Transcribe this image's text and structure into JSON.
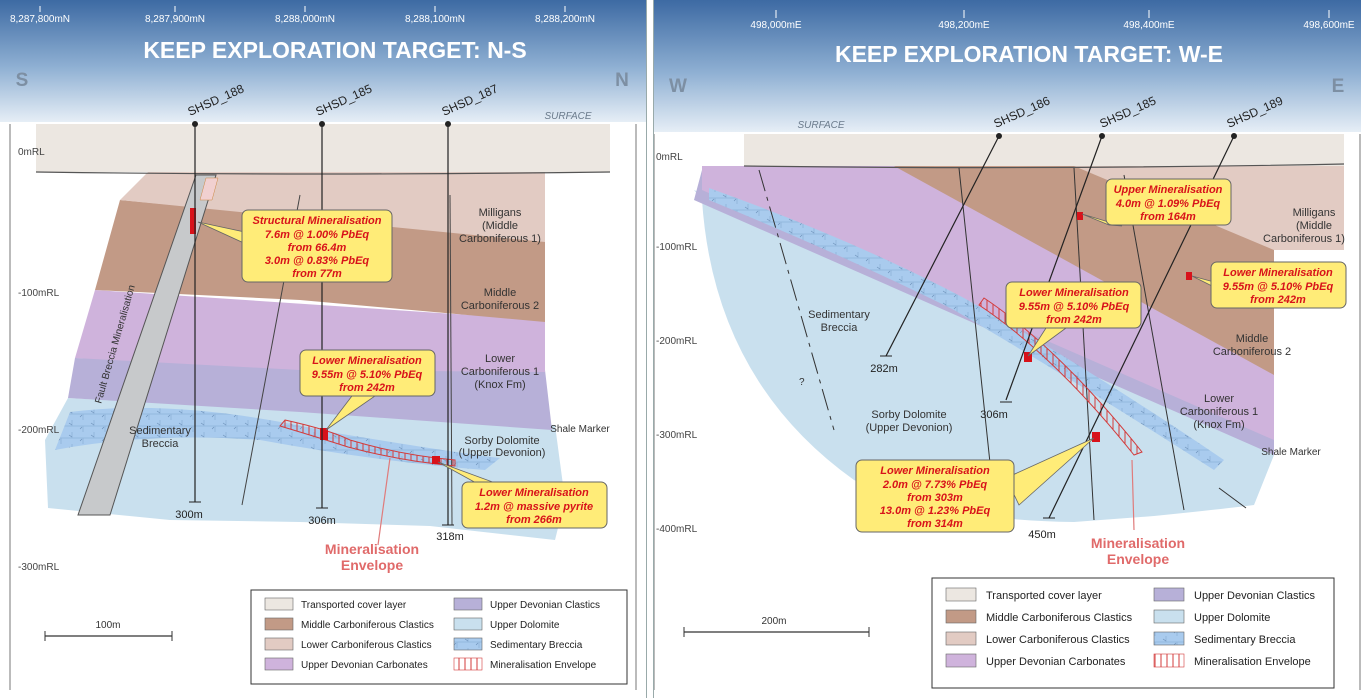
{
  "left": {
    "title": "KEEP EXPLORATION TARGET: N-S",
    "dir_left": "S",
    "dir_right": "N",
    "eastings": [
      "8,287,800mN",
      "8,287,900mN",
      "8,288,000mN",
      "8,288,100mN",
      "8,288,200mN"
    ],
    "surface_label": "SURFACE",
    "rl_labels": [
      "0mRL",
      "-100mRL",
      "-200mRL",
      "-300mRL"
    ],
    "holes": [
      {
        "name": "SHSD_188",
        "depth": "300m"
      },
      {
        "name": "SHSD_185",
        "depth": "306m"
      },
      {
        "name": "SHSD_187",
        "depth": "318m"
      }
    ],
    "units": {
      "milligans": [
        "Milligans",
        "(Middle",
        "Carboniferous 1)"
      ],
      "mid2": [
        "Middle",
        "Carboniferous 2"
      ],
      "lower1": [
        "Lower",
        "Carboniferous 1",
        "(Knox Fm)"
      ],
      "shale": "Shale Marker",
      "sorby": [
        "Sorby Dolomite",
        "(Upper Devonion)"
      ],
      "breccia": [
        "Sedimentary",
        "Breccia"
      ],
      "fault": "Fault Breccia Mineralisation"
    },
    "callouts": {
      "structural": {
        "title": "Structural Mineralisation",
        "lines": [
          "7.6m @ 1.00% PbEq",
          "from 66.4m",
          "3.0m @ 0.83% PbEq",
          "from 77m"
        ]
      },
      "lower": {
        "title": "Lower Mineralisation",
        "lines": [
          "9.55m @ 5.10% PbEq",
          "from 242m"
        ]
      },
      "lower2": {
        "title": "Lower Mineralisation",
        "lines": [
          "1.2m @ massive pyrite",
          "from 266m"
        ]
      }
    },
    "envelope_label": [
      "Mineralisation",
      "Envelope"
    ],
    "scale_label": "100m"
  },
  "right": {
    "title": "KEEP EXPLORATION TARGET: W-E",
    "dir_left": "W",
    "dir_right": "E",
    "eastings": [
      "498,000mE",
      "498,200mE",
      "498,400mE",
      "498,600mE"
    ],
    "surface_label": "SURFACE",
    "rl_labels": [
      "0mRL",
      "-100mRL",
      "-200mRL",
      "-300mRL",
      "-400mRL"
    ],
    "holes": [
      {
        "name": "SHSD_186",
        "depth": "282m"
      },
      {
        "name": "SHSD_185",
        "depth": "306m"
      },
      {
        "name": "SHSD_189",
        "depth": "450m"
      }
    ],
    "units": {
      "milligans": [
        "Milligans",
        "(Middle",
        "Carboniferous 1)"
      ],
      "mid2": [
        "Middle",
        "Carboniferous 2"
      ],
      "lower1": [
        "Lower",
        "Carboniferous 1",
        "(Knox Fm)"
      ],
      "shale": "Shale Marker",
      "sorby": [
        "Sorby Dolomite",
        "(Upper Devonion)"
      ],
      "breccia": [
        "Sedimentary",
        "Breccia"
      ],
      "q": "?"
    },
    "callouts": {
      "upper": {
        "title": "Upper Mineralisation",
        "lines": [
          "4.0m @ 1.09% PbEq",
          "from 164m"
        ]
      },
      "lower_mid": {
        "title": "Lower Mineralisation",
        "lines": [
          "9.55m @ 5.10% PbEq",
          "from 242m"
        ]
      },
      "lower_right": {
        "title": "Lower Mineralisation",
        "lines": [
          "9.55m @ 5.10% PbEq",
          "from 242m"
        ]
      },
      "lower_big": {
        "title": "Lower Mineralisation",
        "lines": [
          "2.0m @ 7.73% PbEq",
          "from 303m",
          "13.0m @ 1.23% PbEq",
          "from 314m"
        ]
      }
    },
    "envelope_label": [
      "Mineralisation",
      "Envelope"
    ],
    "scale_label": "200m"
  },
  "legend": [
    {
      "label": "Transported cover layer",
      "color": "#ece7e1"
    },
    {
      "label": "Middle Carboniferous Clastics",
      "color": "#c29a86"
    },
    {
      "label": "Lower Carboniferous Clastics",
      "color": "#e2cbc3"
    },
    {
      "label": "Upper Devonian Carbonates",
      "color": "#cfb3dc"
    },
    {
      "label": "Upper Devonian Clastics",
      "color": "#b7b0d8"
    },
    {
      "label": "Upper Dolomite",
      "color": "#c9e0ee"
    },
    {
      "label": "Sedimentary Breccia",
      "color": "#a9cbee"
    },
    {
      "label": "Mineralisation Envelope",
      "color": "#d33b3b"
    }
  ],
  "colors": {
    "header_top": "#3d6aa3",
    "header_bottom": "#dbe6f1",
    "callout_fill": "#ffec78",
    "callout_text": "#d8121a",
    "envelope": "#d33b3b"
  }
}
